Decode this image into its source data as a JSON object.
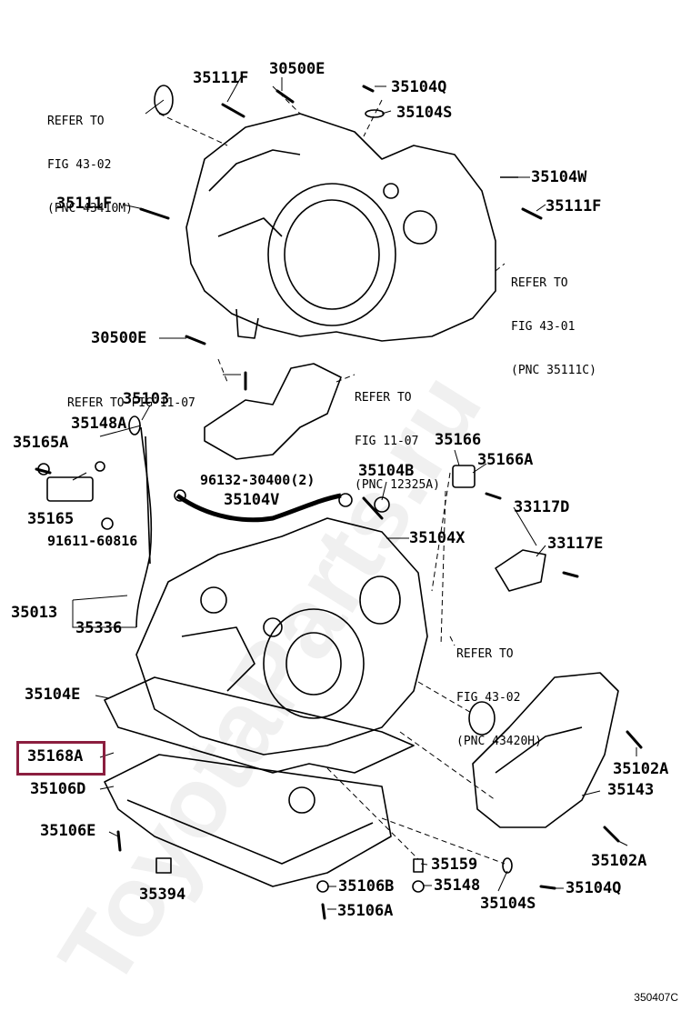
{
  "watermark": "ToyotaParts.ru",
  "figure_id": "350407C",
  "highlight_part": "35168A",
  "references": {
    "r1": [
      "REFER TO",
      "FIG 43-02",
      "(PNC 43410M)"
    ],
    "r2": [
      "REFER TO",
      "FIG 43-01",
      "(PNC 35111C)"
    ],
    "r3": "REFER TO FIG 11-07",
    "r4": [
      "REFER TO",
      "FIG 11-07",
      "(PNC 12325A)"
    ],
    "r5": [
      "REFER TO",
      "FIG 43-02",
      "(PNC 43420H)"
    ]
  },
  "parts": {
    "p35111F_a": "35111F",
    "p30500E_a": "30500E",
    "p35104Q_a": "35104Q",
    "p35104S_a": "35104S",
    "p35104W": "35104W",
    "p35111F_b": "35111F",
    "p35111F_c": "35111F",
    "p30500E_b": "30500E",
    "p35103": "35103",
    "p35148A": "35148A",
    "p35165A": "35165A",
    "p35165": "35165",
    "p91611": "91611-60816",
    "p96132": "96132-30400(2)",
    "p35104V": "35104V",
    "p35104B": "35104B",
    "p35166": "35166",
    "p35166A": "35166A",
    "p33117D": "33117D",
    "p35104X": "35104X",
    "p33117E": "33117E",
    "p35013": "35013",
    "p35336": "35336",
    "p35104E": "35104E",
    "p35168A": "35168A",
    "p35106D": "35106D",
    "p35106E": "35106E",
    "p35394": "35394",
    "p35159": "35159",
    "p35106B": "35106B",
    "p35148": "35148",
    "p35106A": "35106A",
    "p35104S_b": "35104S",
    "p35104Q_b": "35104Q",
    "p35102A_a": "35102A",
    "p35143": "35143",
    "p35102A_b": "35102A"
  }
}
